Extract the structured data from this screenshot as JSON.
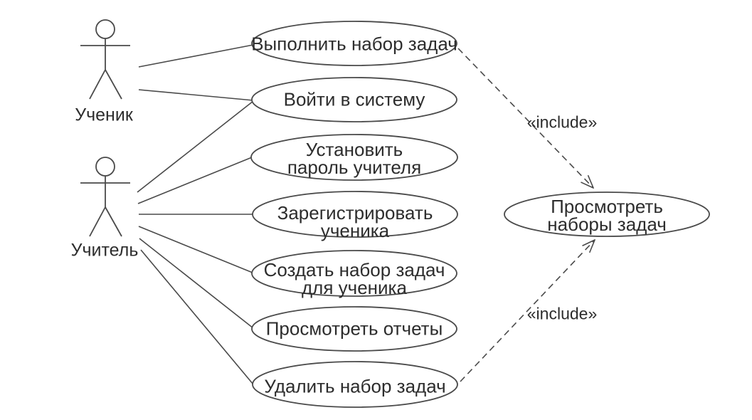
{
  "diagram_type": "uml-use-case",
  "colors": {
    "stroke": "#4a4a4a",
    "text": "#2d2d2d",
    "background": "#ffffff"
  },
  "actors": [
    {
      "id": "student",
      "label": "Ученик"
    },
    {
      "id": "teacher",
      "label": "Учитель"
    }
  ],
  "use_cases": [
    {
      "id": "execute-task-set",
      "label": "Выполнить набор задач"
    },
    {
      "id": "login",
      "label": "Войти в систему"
    },
    {
      "id": "set-teacher-password",
      "label": "Установить\nпароль учителя"
    },
    {
      "id": "register-student",
      "label": "Зарегистрировать\nученика"
    },
    {
      "id": "create-task-set",
      "label": "Создать набор задач\nдля ученика"
    },
    {
      "id": "view-reports",
      "label": "Просмотреть отчеты"
    },
    {
      "id": "delete-task-set",
      "label": "Удалить набор задач"
    },
    {
      "id": "view-task-sets",
      "label": "Просмотреть\nнаборы задач"
    }
  ],
  "associations": [
    {
      "from": "Ученик",
      "to": "Выполнить набор задач"
    },
    {
      "from": "Ученик",
      "to": "Войти в систему"
    },
    {
      "from": "Учитель",
      "to": "Войти в систему"
    },
    {
      "from": "Учитель",
      "to": "Установить пароль учителя"
    },
    {
      "from": "Учитель",
      "to": "Зарегистрировать ученика"
    },
    {
      "from": "Учитель",
      "to": "Создать набор задач для ученика"
    },
    {
      "from": "Учитель",
      "to": "Просмотреть отчеты"
    },
    {
      "from": "Учитель",
      "to": "Удалить набор задач"
    }
  ],
  "includes": [
    {
      "from": "Выполнить набор задач",
      "to": "Просмотреть наборы задач",
      "label": "«include»"
    },
    {
      "from": "Удалить набор задач",
      "to": "Просмотреть наборы задач",
      "label": "«include»"
    }
  ]
}
